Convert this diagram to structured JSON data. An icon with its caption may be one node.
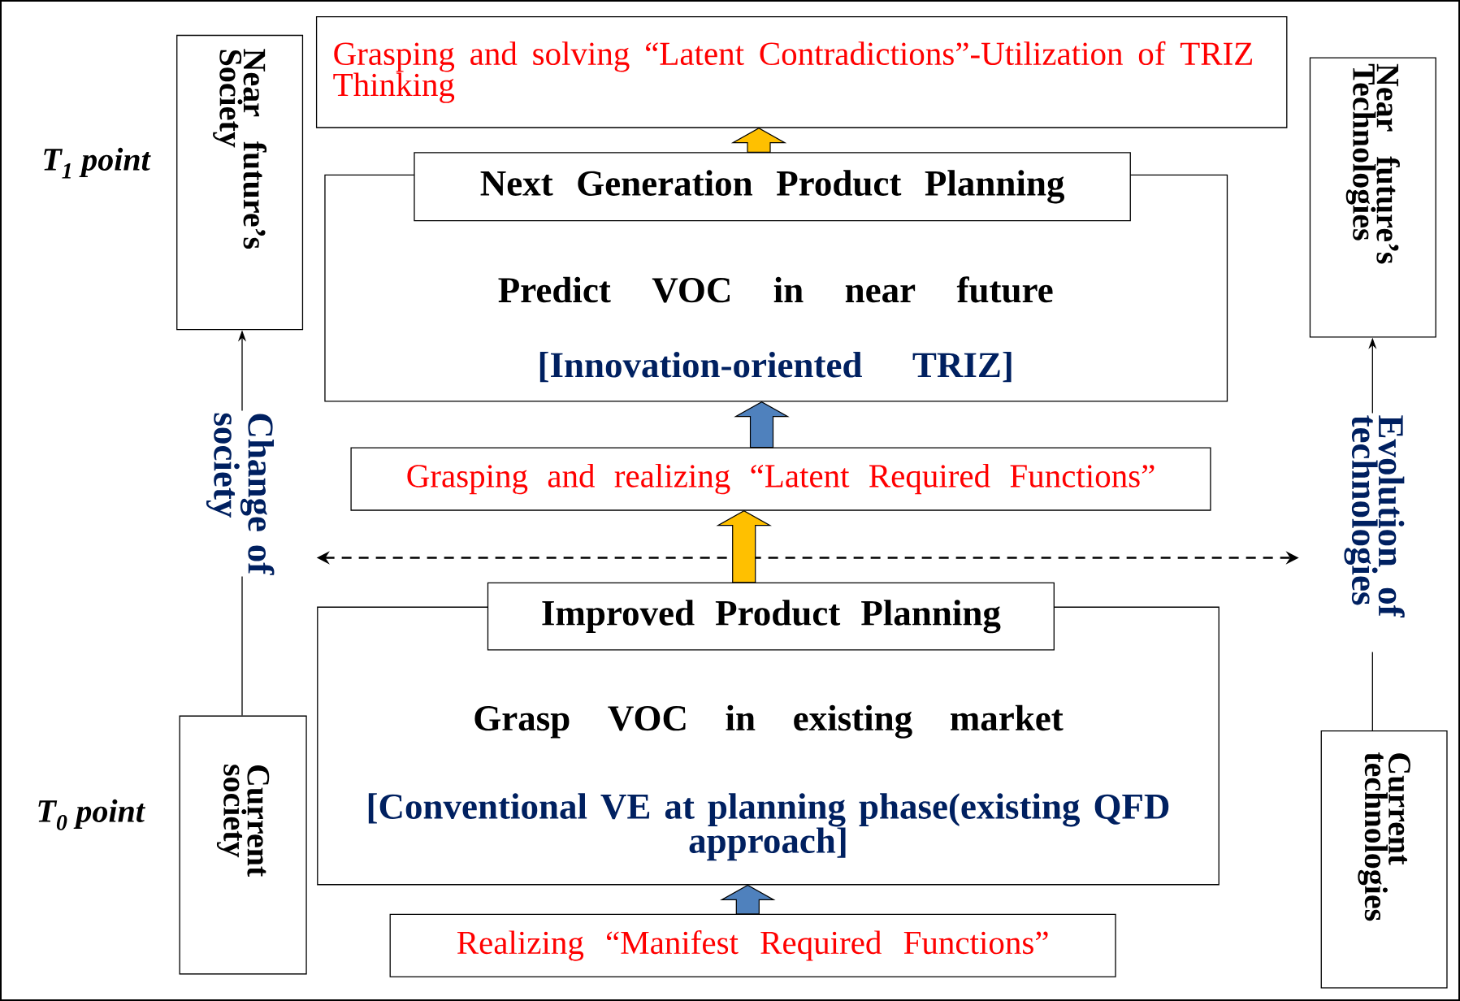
{
  "diagram": {
    "nodes": [
      {
        "text": [
          "Grasping  and solving  “Latent Contradictions”-Utilization of TRIZ Thinking"
        ]
      },
      {
        "text": [
          "Predict VOC in near future",
          "[Innovation-oriented TRIZ]"
        ]
      },
      {
        "text": [
          "Next Generation Product Planning"
        ]
      },
      {
        "text": [
          "Grasping and realizing “Latent Required Functions”"
        ]
      },
      {
        "text": [
          "Grasp VOC in existing market",
          "[Conventional VE at planning phase(existing QFD approach]"
        ]
      },
      {
        "text": [
          "Improved Product Planning"
        ]
      },
      {
        "text": [
          "Realizing “Manifest Required Functions”"
        ]
      },
      {
        "text": [
          "Near future’s Society"
        ]
      },
      {
        "text": [
          "Current society"
        ]
      },
      {
        "text": [
          "Near future’s Technologies"
        ]
      },
      {
        "text": [
          "Current technologies"
        ]
      }
    ],
    "edges": [
      {
        "from": 6,
        "to": 4,
        "arrow": "to",
        "style": "thick",
        "color": "#4f81bd"
      },
      {
        "from": 5,
        "to": 3,
        "arrow": "to",
        "style": "thick",
        "color": "#ffc000"
      },
      {
        "from": 3,
        "to": 1,
        "arrow": "to",
        "style": "thick",
        "color": "#4f81bd"
      },
      {
        "from": 2,
        "to": 0,
        "arrow": "to",
        "style": "thick",
        "color": "#ffc000"
      },
      {
        "from": 8,
        "to": 7,
        "arrow": "to",
        "label": "Change of society",
        "color": "#000000"
      },
      {
        "from": 10,
        "to": 9,
        "arrow": "to",
        "label": "Evolution of technologies",
        "color": "#000000"
      }
    ],
    "labels": [
      "T$_{1}$ point",
      "T$_{0}$ point"
    ]
  }
}
